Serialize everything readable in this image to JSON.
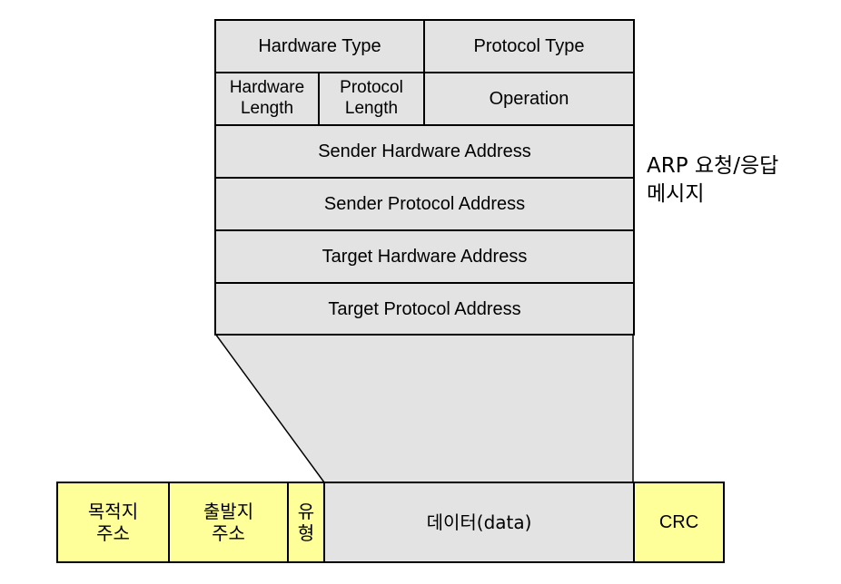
{
  "arp_packet": {
    "hardware_type": "Hardware Type",
    "protocol_type": "Protocol Type",
    "hardware_length": [
      "Hardware",
      "Length"
    ],
    "protocol_length": [
      "Protocol",
      "Length"
    ],
    "operation": "Operation",
    "sender_hardware_address": "Sender Hardware Address",
    "sender_protocol_address": "Sender Protocol Address",
    "target_hardware_address": "Target Hardware Address",
    "target_protocol_address": "Target Protocol Address"
  },
  "side_label": [
    "ARP 요청/응답",
    "메시지"
  ],
  "ethernet_frame": {
    "destination_address": [
      "목적지",
      "주소"
    ],
    "source_address": [
      "출발지",
      "주소"
    ],
    "type": [
      "유",
      "형"
    ],
    "data": "데이터(data)",
    "crc": "CRC"
  },
  "colors": {
    "field_fill": "#e3e3e3",
    "header_fill": "#ffff99",
    "outline": "#000000"
  }
}
